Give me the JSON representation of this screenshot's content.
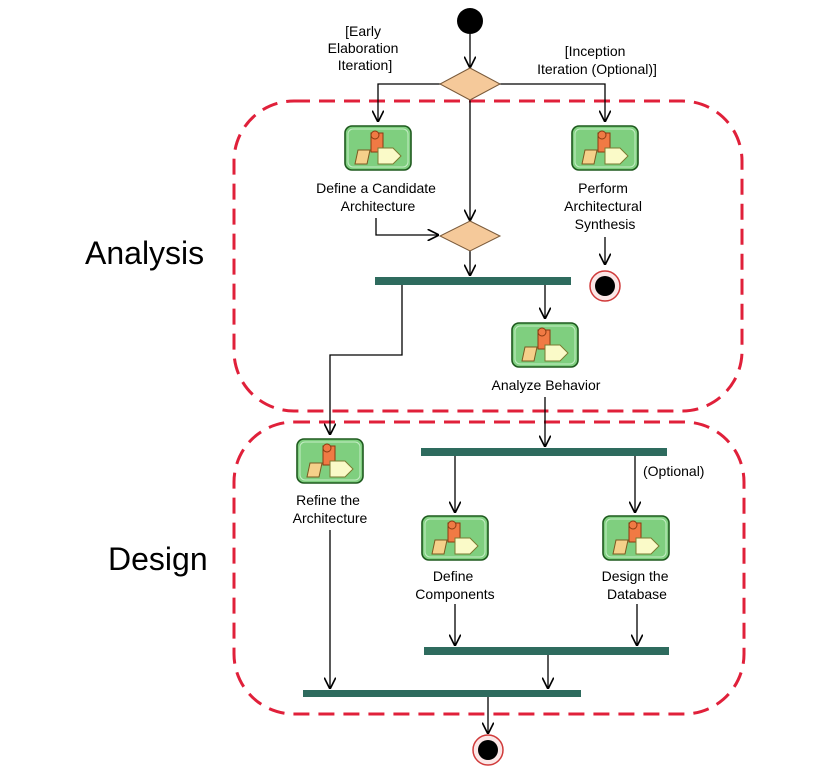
{
  "regions": {
    "analysis": "Analysis",
    "design": "Design"
  },
  "guards": {
    "early_line1": "[Early",
    "early_line2": "Elaboration",
    "early_line3": "Iteration]",
    "inception_line1": "[Inception",
    "inception_line2": "Iteration (Optional)]",
    "optional": "(Optional)"
  },
  "activities": {
    "candidate_line1": "Define a Candidate",
    "candidate_line2": "Architecture",
    "synthesis_line1": "Perform",
    "synthesis_line2": "Architectural",
    "synthesis_line3": "Synthesis",
    "behavior": "Analyze Behavior",
    "refine_line1": "Refine the",
    "refine_line2": "Architecture",
    "components_line1": "Define",
    "components_line2": "Components",
    "database_line1": "Design the",
    "database_line2": "Database"
  },
  "icon": "activity-workflow-icon",
  "colors": {
    "region_border": "#e0203a",
    "sync_bar": "#2e6b5e",
    "decision_fill": "#f5c99a",
    "icon_bg": "#7fcf7f"
  }
}
